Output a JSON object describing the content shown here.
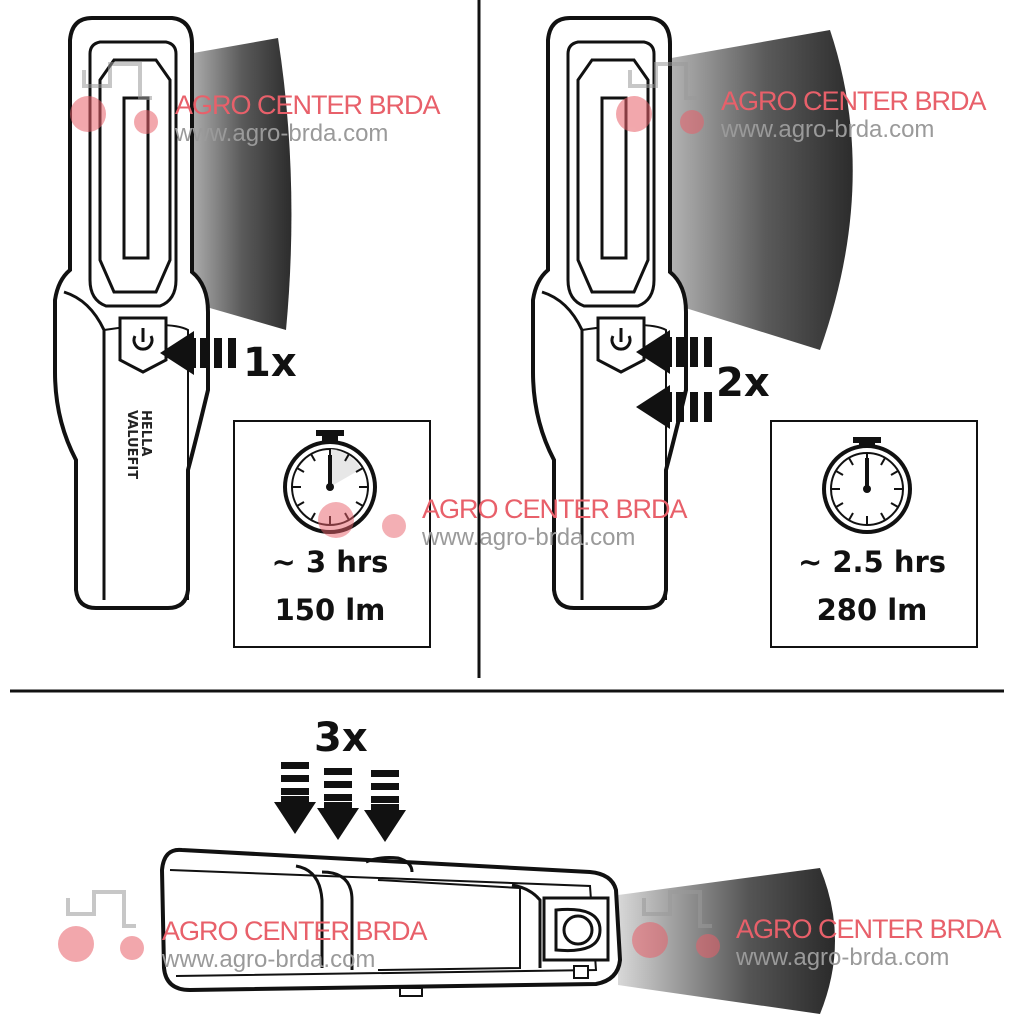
{
  "panels": [
    {
      "press": "1x",
      "runtime": "~ 3 hrs",
      "lumens": "150 lm"
    },
    {
      "press": "2x",
      "runtime": "~ 2.5 hrs",
      "lumens": "280 lm"
    },
    {
      "press": "3x"
    }
  ],
  "brand": {
    "line1": "HELLA",
    "line2": "VALUEFIT"
  },
  "watermark": {
    "title": "AGRO CENTER BRDA",
    "url": "www.agro-brda.com",
    "color": "#e8606a"
  }
}
